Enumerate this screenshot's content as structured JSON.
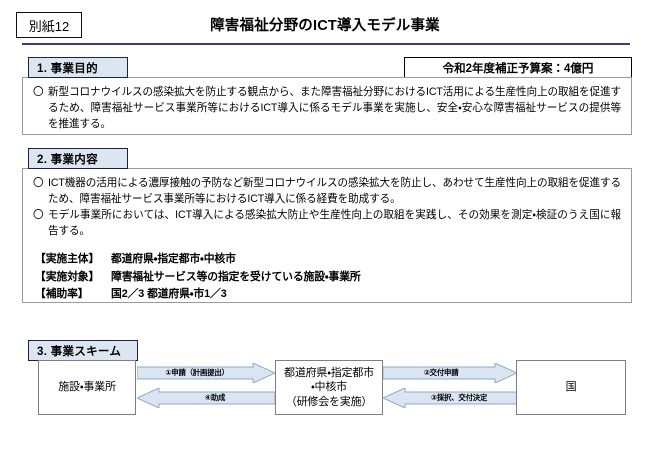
{
  "header": {
    "besshi_tag": "別紙12",
    "title": "障害福祉分野のICT導入モデル事業",
    "budget": "令和2年度補正予算案：4億円"
  },
  "sections": [
    {
      "id": "purpose",
      "heading": "1. 事業目的",
      "bullets": [
        {
          "mark": "〇",
          "text": "新型コロナウイルスの感染拡大を防止する観点から、また障害福祉分野におけるICT活用による生産性向上の取組を促進するため、障害福祉サービス事業所等におけるICT導入に係るモデル事業を実施し、安全・安心な障害福祉サービスの提供等を推進する。"
        }
      ]
    },
    {
      "id": "content",
      "heading": "2. 事業内容",
      "bullets": [
        {
          "mark": "〇",
          "text": "ICT機器の活用による濃厚接触の予防など新型コロナウイルスの感染拡大を防止し、あわせて生産性向上の取組を促進するため、障害福祉サービス事業所等におけるICT導入に係る経費を助成する。"
        },
        {
          "mark": "〇",
          "text": "モデル事業所においては、ICT導入による感染拡大防止や生産性向上の取組を実践し、その効果を測定・検証のうえ国に報告する。"
        }
      ],
      "brackets": [
        {
          "label": "【実施主体】",
          "value": "都道府県・指定都市・中核市"
        },
        {
          "label": "【実施対象】",
          "value": "障害福祉サービス等の指定を受けている施設・事業所"
        },
        {
          "label": "【補助率】",
          "value": "国2／3  都道府県・市1／3"
        }
      ]
    },
    {
      "id": "scheme",
      "heading": "3. 事業スキーム"
    }
  ],
  "scheme": {
    "nodes": [
      {
        "id": "facility",
        "lines": [
          "施設・事業所"
        ]
      },
      {
        "id": "prefecture",
        "lines": [
          "都道府県・指定都市",
          "・中核市",
          "（研修会を実施）"
        ]
      },
      {
        "id": "country",
        "lines": [
          "国"
        ]
      }
    ],
    "arrows": [
      {
        "id": "apply",
        "label": "①申請（計画提出）",
        "direction": "right"
      },
      {
        "id": "subsidy",
        "label": "④助成",
        "direction": "left"
      },
      {
        "id": "grant-request",
        "label": "②交付申請",
        "direction": "right"
      },
      {
        "id": "grant-decision",
        "label": "③採択、交付決定",
        "direction": "left"
      }
    ]
  },
  "colors": {
    "section_header_fill": "#dce6f1",
    "section_header_border": "#1f1f4a",
    "divider": "#39398c",
    "arrow_fill": "#dbe5f1",
    "arrow_stroke": "#8ea9c8",
    "box_border": "#7f7f7f"
  }
}
